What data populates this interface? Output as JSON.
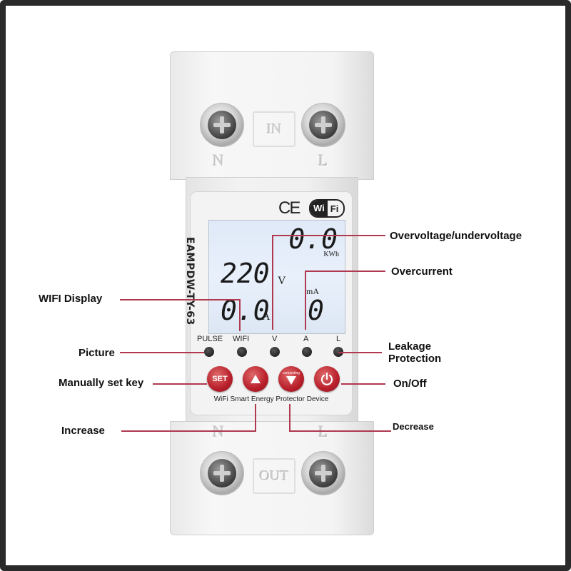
{
  "device": {
    "terminal_top_left": "N",
    "terminal_top_right": "L",
    "top_tab": "IN",
    "terminal_bottom_left": "N",
    "terminal_bottom_right": "L",
    "bottom_tab": "OUT",
    "ce_mark": "CE",
    "wifi_logo": {
      "left": "Wi",
      "right": "Fi"
    },
    "model": "EAMPDW-TY-63",
    "caption": "WiFi Smart Energy Protector Device"
  },
  "lcd": {
    "energy_value": "0.0",
    "energy_unit": "KWh",
    "voltage_value": "220",
    "voltage_unit": "V",
    "current_value": "0.0",
    "current_unit": "A",
    "leak_unit": "mA",
    "leak_value": "0"
  },
  "indicators": [
    "PULSE",
    "WIFI",
    "V",
    "A",
    "L"
  ],
  "keys": {
    "set": "SET",
    "connecting": "connecting"
  },
  "callouts": {
    "overvoltage": "Overvoltage/undervoltage",
    "overcurrent": "Overcurrent",
    "wifi_display": "WIFI Display",
    "picture": "Picture",
    "leakage": "Leakage",
    "protection": "Protection",
    "manual_set": "Manually set key",
    "on_off": "On/Off",
    "increase": "Increase",
    "decrease": "Decrease"
  },
  "colors": {
    "callout_line": "#b0384f",
    "key_red": "#b81f2a",
    "lcd_bg": "#e3ecf8"
  }
}
